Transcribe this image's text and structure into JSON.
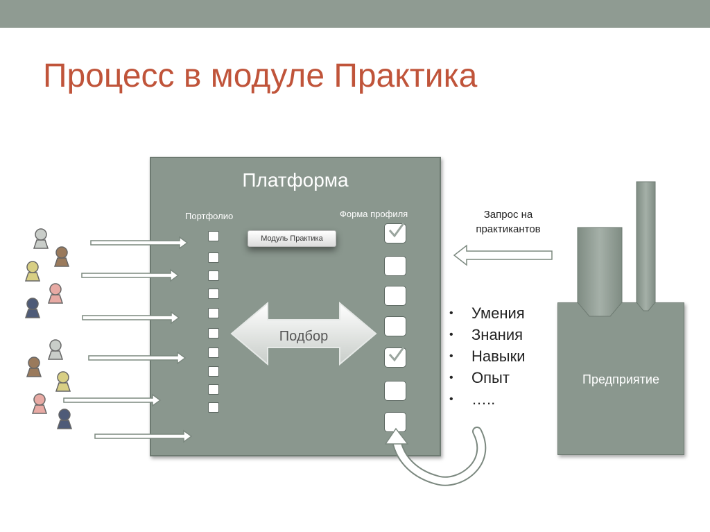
{
  "title": "Процесс  в модуле Практика",
  "platform": {
    "title": "Платформа",
    "portfolio_label": "Портфолио",
    "profile_label": "Форма профиля",
    "module_button": "Модуль Практика",
    "selection_label": "Подбор"
  },
  "skills": [
    "Умения",
    "Знания",
    "Навыки",
    "Опыт",
    "….."
  ],
  "request_label": "Запрос на практикантов",
  "enterprise_label": "Предприятие",
  "colors": {
    "title": "#c0543a",
    "panel": "#8a978e",
    "top_bar": "#8f9b92",
    "people": [
      "#c9cdc9",
      "#9a7a5c",
      "#d8cf84",
      "#e8aaa4",
      "#4e5b78"
    ]
  },
  "icons": [
    "person-icon",
    "arrow-right-icon",
    "arrow-left-icon",
    "double-arrow-icon",
    "check-icon",
    "curved-arrow-icon"
  ]
}
